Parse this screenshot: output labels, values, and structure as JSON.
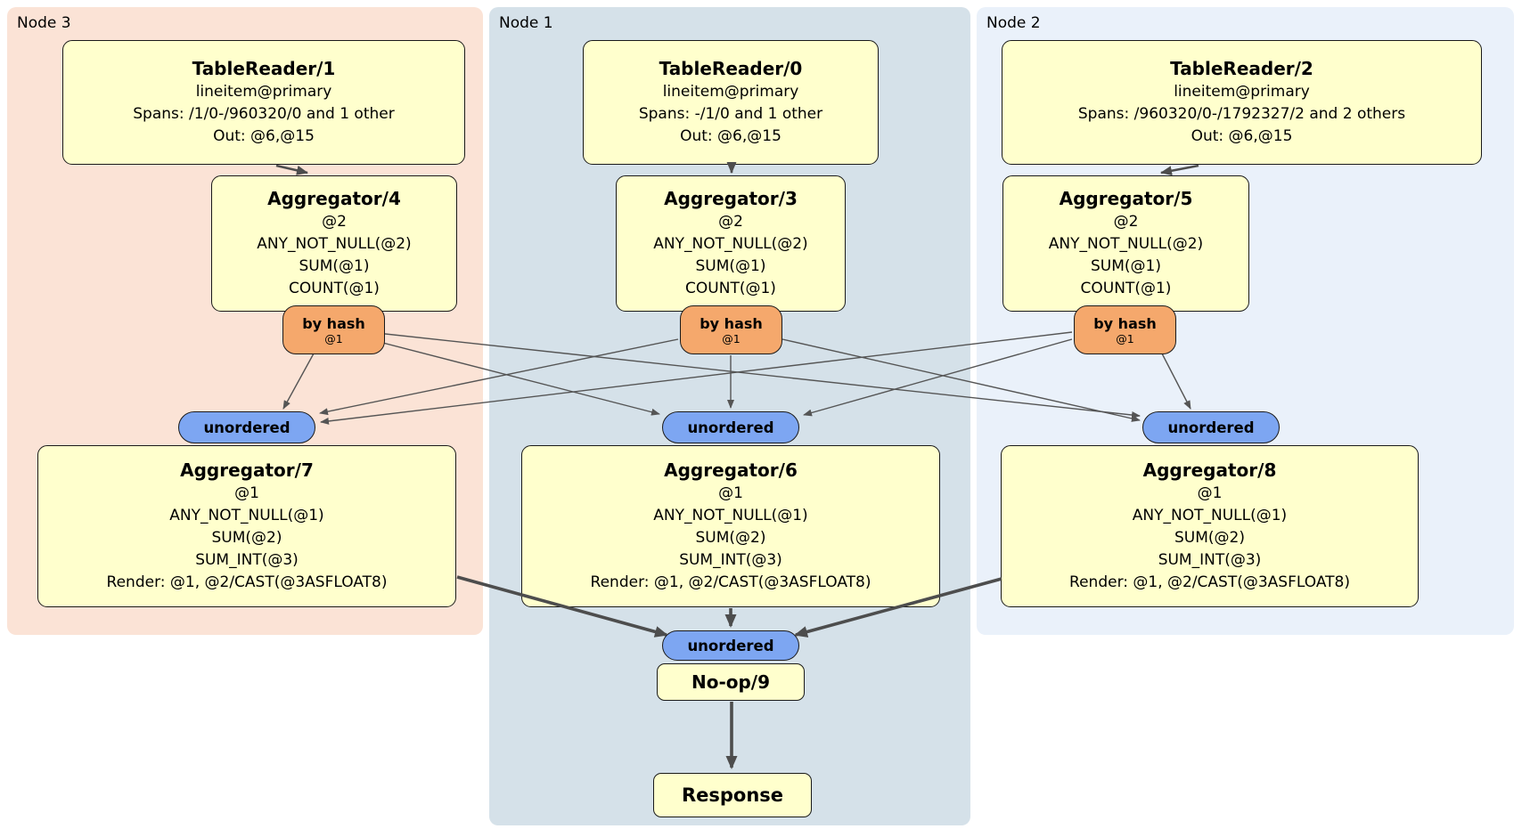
{
  "regions": [
    {
      "label": "Node 3"
    },
    {
      "label": "Node 1"
    },
    {
      "label": "Node 2"
    }
  ],
  "processors": {
    "tablereader1": {
      "title": "TableReader/1",
      "lines": [
        "lineitem@primary",
        "Spans: /1/0-/960320/0 and 1 other",
        "Out: @6,@15"
      ]
    },
    "tablereader0": {
      "title": "TableReader/0",
      "lines": [
        "lineitem@primary",
        "Spans: -/1/0 and 1 other",
        "Out: @6,@15"
      ]
    },
    "tablereader2": {
      "title": "TableReader/2",
      "lines": [
        "lineitem@primary",
        "Spans: /960320/0-/1792327/2 and 2 others",
        "Out: @6,@15"
      ]
    },
    "aggregator4": {
      "title": "Aggregator/4",
      "lines": [
        "@2",
        "ANY_NOT_NULL(@2)",
        "SUM(@1)",
        "COUNT(@1)"
      ]
    },
    "aggregator3": {
      "title": "Aggregator/3",
      "lines": [
        "@2",
        "ANY_NOT_NULL(@2)",
        "SUM(@1)",
        "COUNT(@1)"
      ]
    },
    "aggregator5": {
      "title": "Aggregator/5",
      "lines": [
        "@2",
        "ANY_NOT_NULL(@2)",
        "SUM(@1)",
        "COUNT(@1)"
      ]
    },
    "aggregator7": {
      "title": "Aggregator/7",
      "lines": [
        "@1",
        "ANY_NOT_NULL(@1)",
        "SUM(@2)",
        "SUM_INT(@3)",
        "Render: @1, @2/CAST(@3ASFLOAT8)"
      ]
    },
    "aggregator6": {
      "title": "Aggregator/6",
      "lines": [
        "@1",
        "ANY_NOT_NULL(@1)",
        "SUM(@2)",
        "SUM_INT(@3)",
        "Render: @1, @2/CAST(@3ASFLOAT8)"
      ]
    },
    "aggregator8": {
      "title": "Aggregator/8",
      "lines": [
        "@1",
        "ANY_NOT_NULL(@1)",
        "SUM(@2)",
        "SUM_INT(@3)",
        "Render: @1, @2/CAST(@3ASFLOAT8)"
      ]
    },
    "noop9": {
      "title": "No-op/9"
    },
    "response": {
      "title": "Response"
    }
  },
  "routers": {
    "byhash_node3": {
      "label": "by hash",
      "detail": "@1"
    },
    "byhash_node1": {
      "label": "by hash",
      "detail": "@1"
    },
    "byhash_node2": {
      "label": "by hash",
      "detail": "@1"
    }
  },
  "streams": {
    "unordered_node3": {
      "label": "unordered"
    },
    "unordered_node1": {
      "label": "unordered"
    },
    "unordered_node2": {
      "label": "unordered"
    },
    "unordered_final": {
      "label": "unordered"
    }
  },
  "colors": {
    "region_node3": "#fbe3d6",
    "region_node1": "#d5e1e9",
    "region_node2": "#eaf1fa",
    "processor_fill": "#ffffcd",
    "router_fill": "#f5a86c",
    "stream_fill": "#7da6f2",
    "edge": "#555555"
  }
}
